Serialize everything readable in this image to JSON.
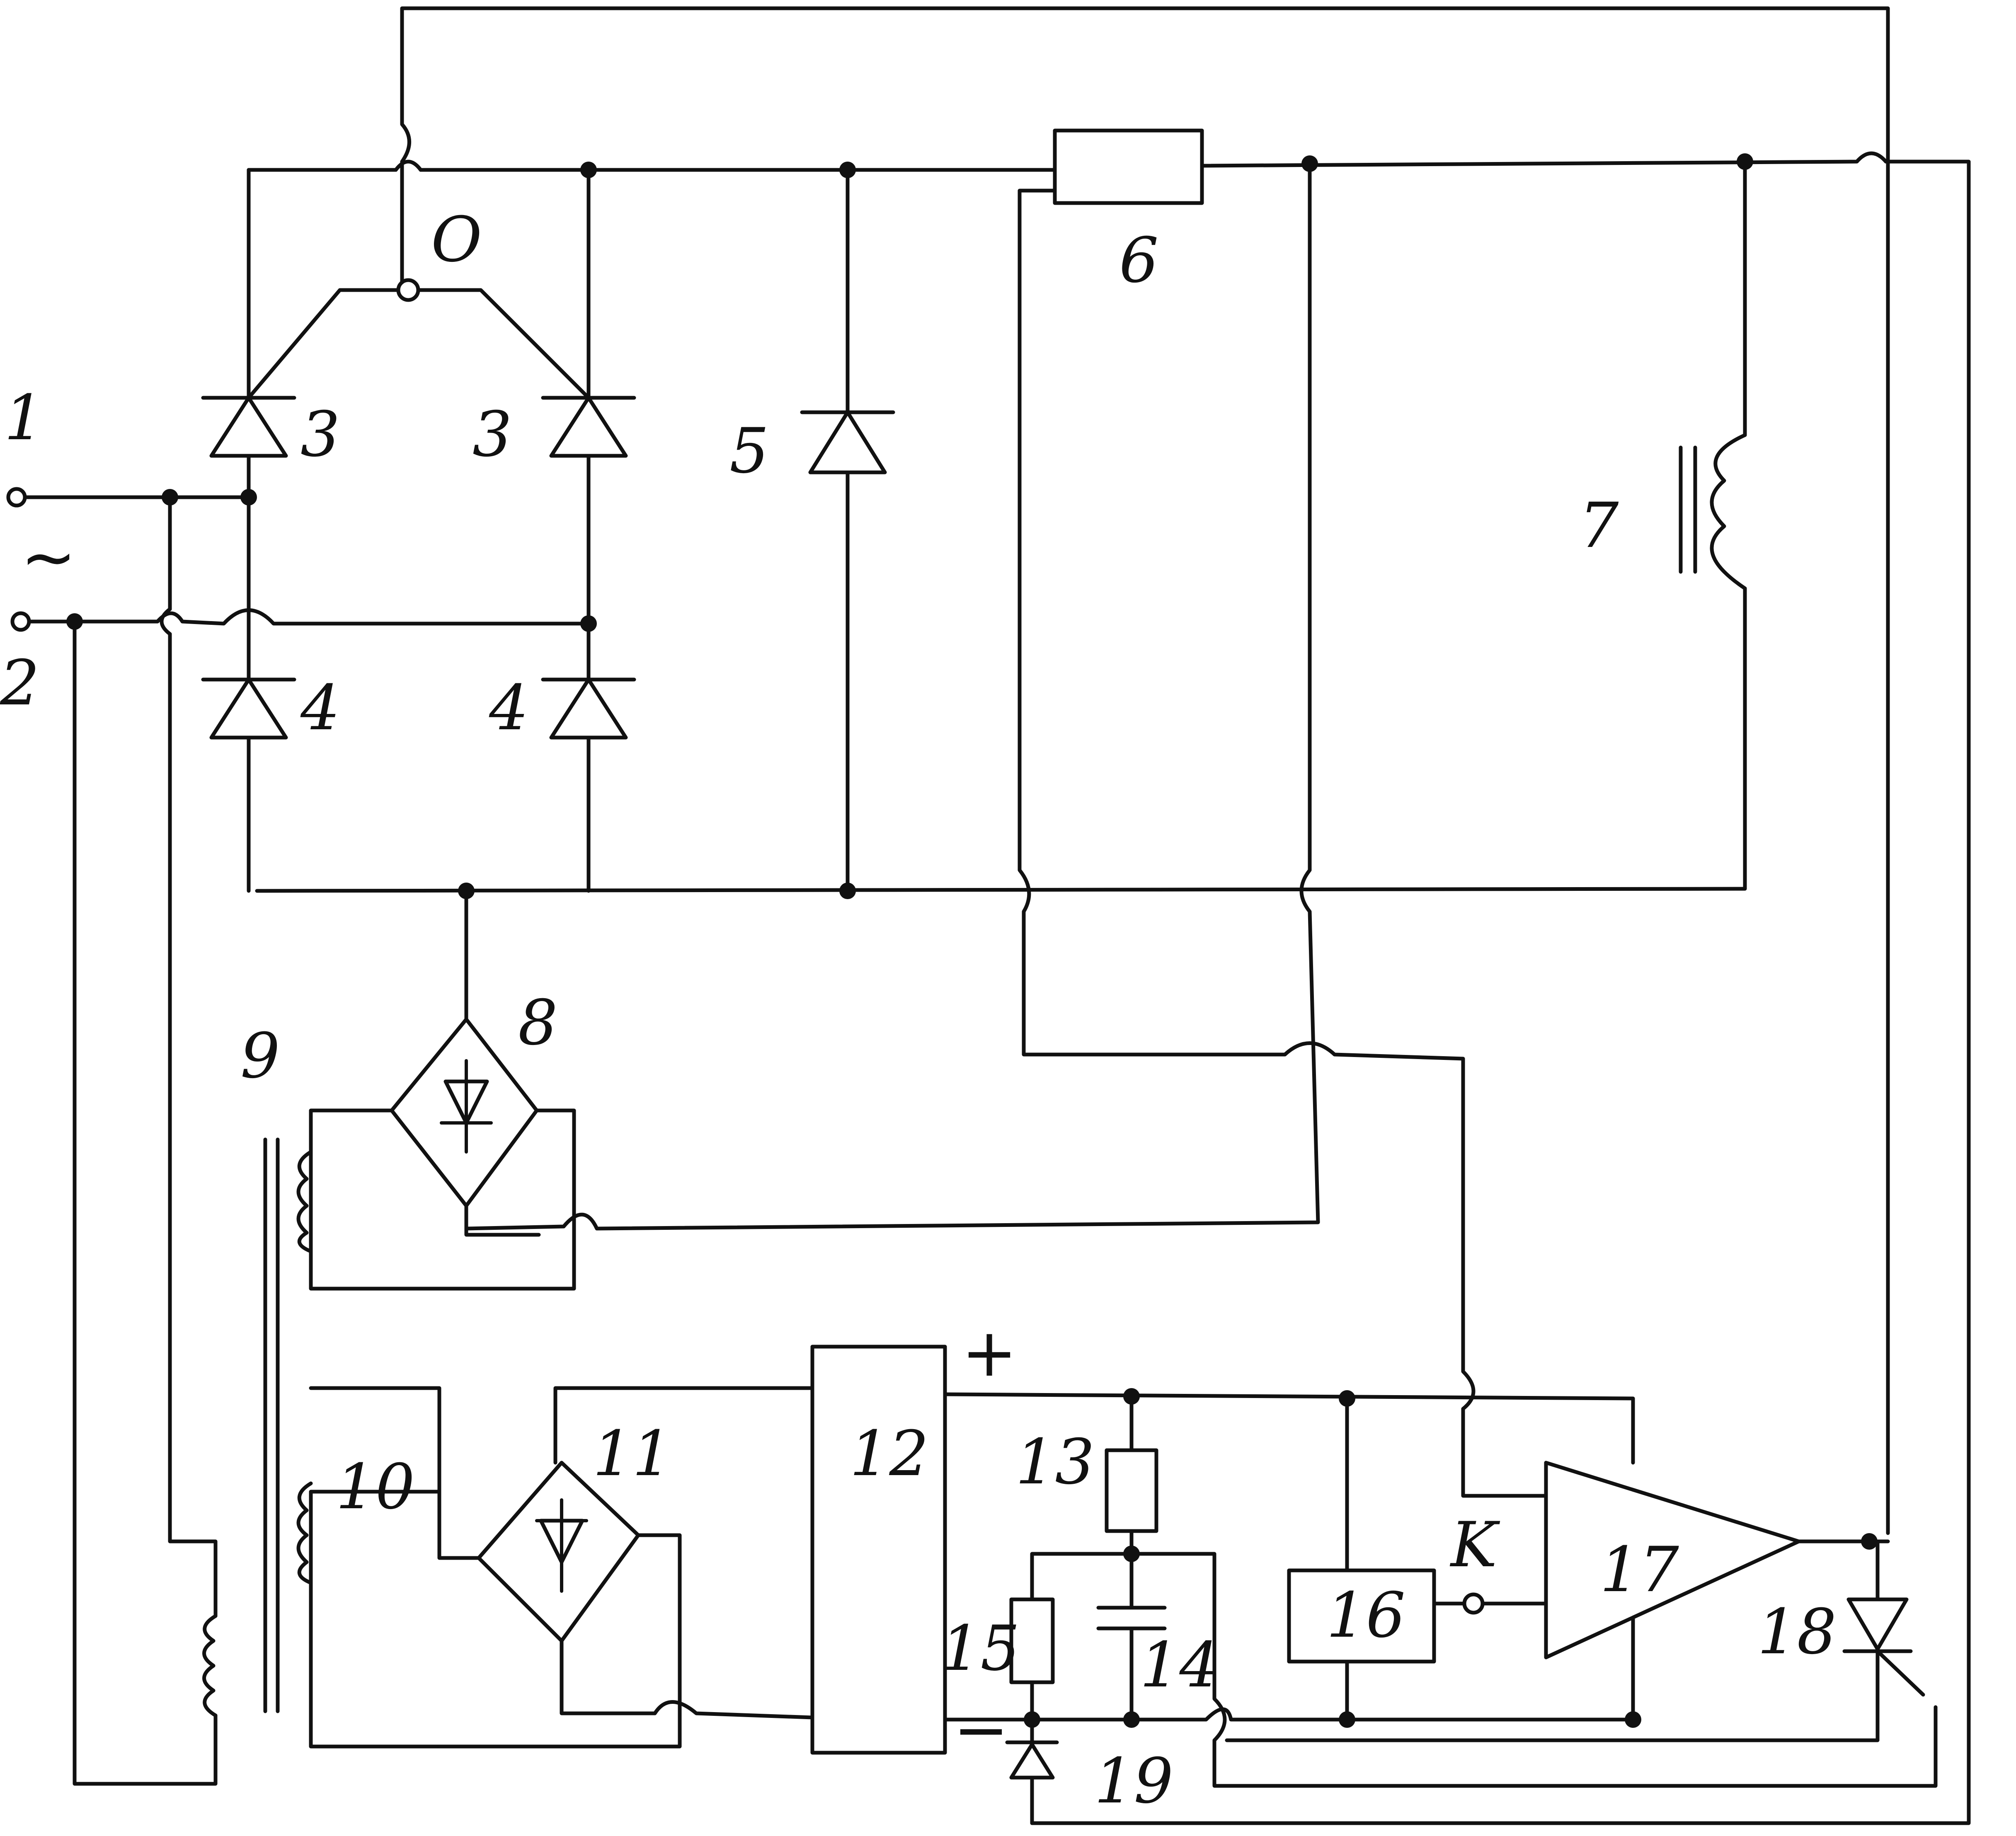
{
  "labels": {
    "terminal_1": "1",
    "terminal_2": "2",
    "ac_symbol": "~",
    "node_o": "O",
    "thyristor_left": "3",
    "thyristor_right": "3",
    "diode_left": "4",
    "diode_right": "4",
    "diode_5": "5",
    "resistor_6": "6",
    "coil_7": "7",
    "bridge_8": "8",
    "transformer_9": "9",
    "winding_10": "10",
    "bridge_11": "11",
    "regulator_12": "12",
    "resistor_13": "13",
    "capacitor_14": "14",
    "resistor_15": "15",
    "block_16": "16",
    "comparator_17": "17",
    "thyristor_18": "18",
    "diode_19": "19",
    "switch_k": "K",
    "plus": "+",
    "minus": "−"
  }
}
